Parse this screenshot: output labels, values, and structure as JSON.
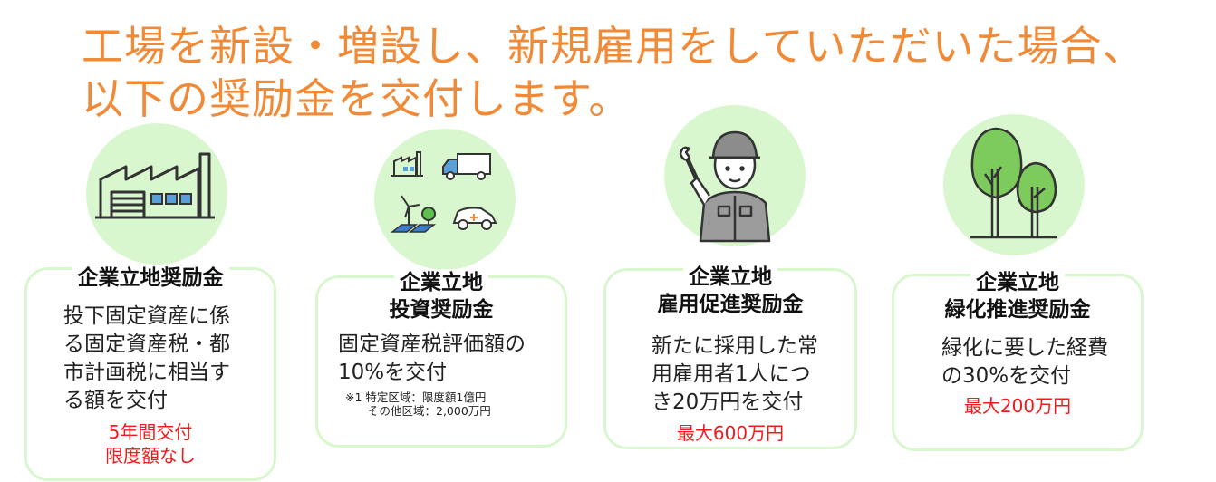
{
  "headline": {
    "line1": "工場を新設・増設し、新規雇用をしていただいた場合、",
    "line2": "以下の奨励金を交付します。"
  },
  "colors": {
    "headline": "#F08A37",
    "circle": "#D9F7CF",
    "card_border": "#D9F7CF",
    "highlight": "#EE1C1C"
  },
  "cards": [
    {
      "icon": "factory-icon",
      "title": [
        "企業立地奨励金"
      ],
      "body": "投下固定資産に係\nる固定資産税・都\n市計画税に相当す\nる額を交付",
      "highlight": "5年間交付\n限度額なし"
    },
    {
      "icon": "investment-icons",
      "title": [
        "企業立地",
        "投資奨励金"
      ],
      "body": "固定資産税評価額の\n10%を交付",
      "note": "※1 特定区域：限度額1億円\n　　その他区域：2,000万円"
    },
    {
      "icon": "worker-icon",
      "title": [
        "企業立地",
        "雇用促進奨励金"
      ],
      "body": "新たに採用した常\n用雇用者1人につ\nき20万円を交付",
      "highlight": "最大600万円"
    },
    {
      "icon": "trees-icon",
      "title": [
        "企業立地",
        "緑化推進奨励金"
      ],
      "body": "緑化に要した経費\nの30%を交付",
      "highlight": "最大200万円"
    }
  ]
}
